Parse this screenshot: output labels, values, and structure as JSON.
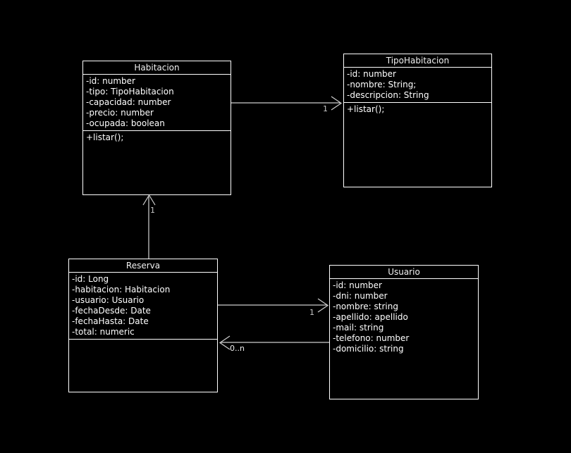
{
  "diagram": {
    "type": "uml-class-diagram",
    "background_color": "#000000",
    "stroke_color": "#ffffff",
    "text_color": "#ffffff",
    "label_color": "#c8c8c8"
  },
  "classes": [
    {
      "id": "habitacion",
      "name": "Habitacion",
      "attributes": [
        "-id: number",
        "-tipo: TipoHabitacion",
        "-capacidad: number",
        "-precio: number",
        "-ocupada: boolean"
      ],
      "methods": [
        "+listar();"
      ]
    },
    {
      "id": "tipohabitacion",
      "name": "TipoHabitacion",
      "attributes": [
        "-id: number",
        "-nombre: String;",
        "-descripcion: String"
      ],
      "methods": [
        "+listar();"
      ]
    },
    {
      "id": "reserva",
      "name": "Reserva",
      "attributes": [
        "-id: Long",
        "-habitacion: Habitacion",
        "-usuario: Usuario",
        "-fechaDesde: Date",
        "-fechaHasta: Date",
        "-total: numeric"
      ],
      "methods": []
    },
    {
      "id": "usuario",
      "name": "Usuario",
      "attributes": [
        "-id: number",
        "-dni: number",
        "-nombre: string",
        "-apellido: apellido",
        "-mail: string",
        "-telefono: number",
        "-domicilio: string"
      ],
      "methods": []
    }
  ],
  "associations": [
    {
      "id": "habitacion-to-tipohabitacion",
      "from": "habitacion",
      "to": "tipohabitacion",
      "multiplicity": "1",
      "direction": "right"
    },
    {
      "id": "reserva-to-habitacion",
      "from": "reserva",
      "to": "habitacion",
      "multiplicity": "1",
      "direction": "up"
    },
    {
      "id": "reserva-to-usuario",
      "from": "reserva",
      "to": "usuario",
      "multiplicity": "1",
      "direction": "right"
    },
    {
      "id": "usuario-to-reserva",
      "from": "usuario",
      "to": "reserva",
      "multiplicity": "0..n",
      "direction": "left"
    }
  ]
}
